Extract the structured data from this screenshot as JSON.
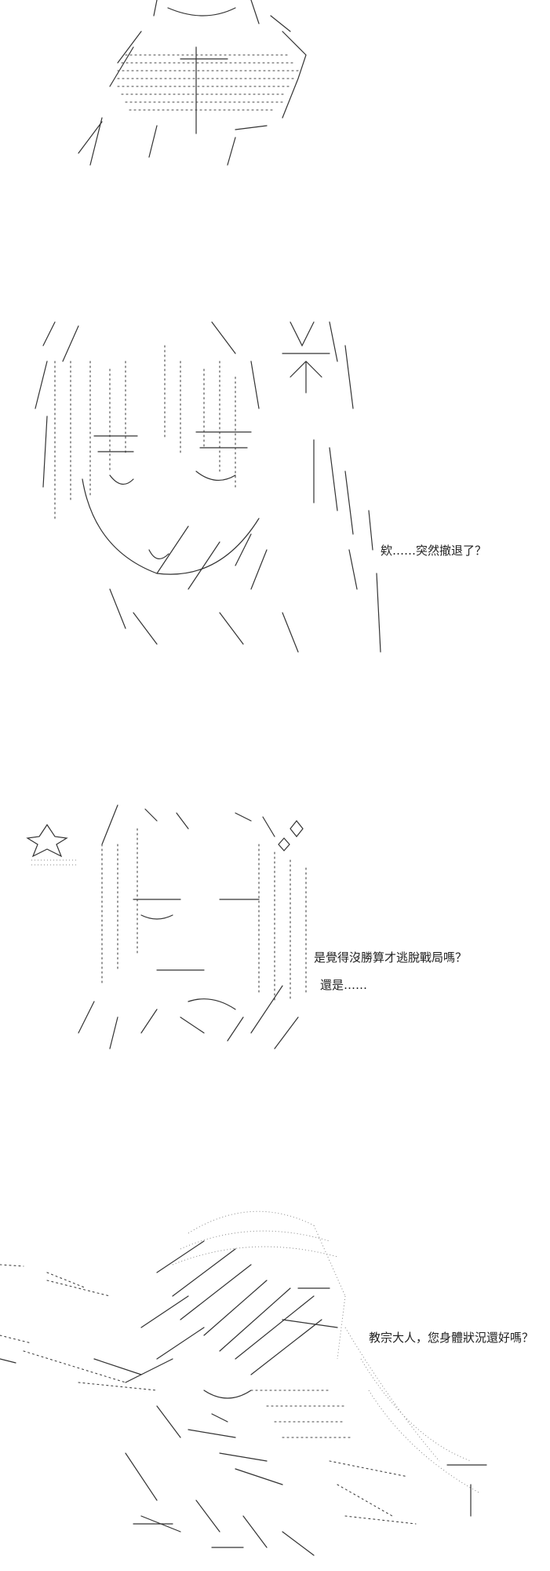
{
  "panels": [
    {
      "id": "panel-1",
      "art": "ascii-art-figure-torso",
      "dialogue": []
    },
    {
      "id": "panel-2",
      "art": "ascii-art-girl-face-with-flower",
      "dialogue": [
        "欸……突然撤退了？"
      ]
    },
    {
      "id": "panel-3",
      "art": "ascii-art-girl-face-with-sparkles",
      "dialogue": [
        "是覺得沒勝算才逃脫戰局嗎？",
        "還是……"
      ]
    },
    {
      "id": "panel-4",
      "art": "ascii-art-collapsed-figure",
      "dialogue": [
        "教宗大人，您身體狀況還好嗎？"
      ]
    }
  ]
}
